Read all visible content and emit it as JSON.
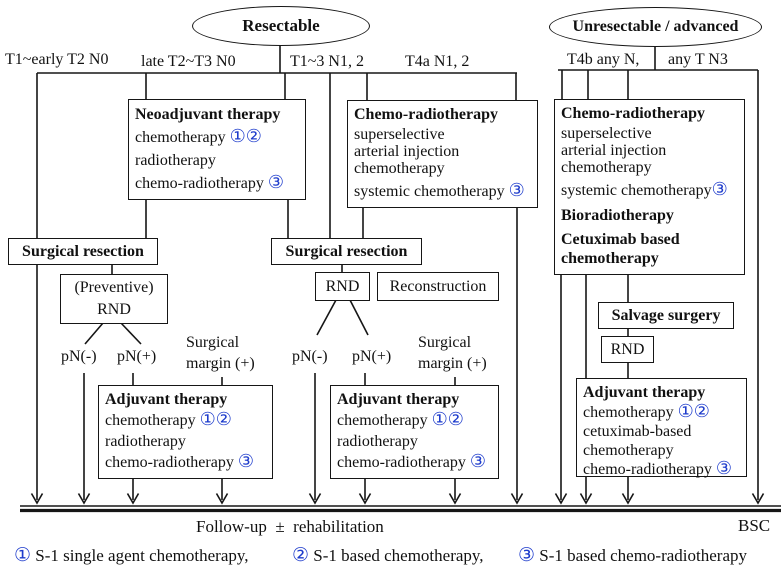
{
  "diagram": {
    "ovals": {
      "resectable": "Resectable",
      "unresectable": "Unresectable / advanced"
    },
    "stages": {
      "t1_early_t2_n0": "T1~early T2 N0",
      "late_t2_t3_n0": "late T2~T3 N0",
      "t1_3_n12": "T1~3 N1, 2",
      "t4a_n12": "T4a N1, 2",
      "t4b_any_n": "T4b any N,",
      "any_t_n3": "any T N3"
    },
    "boxes": {
      "neoadjuvant": {
        "title": "Neoadjuvant therapy",
        "chemo_text": "chemotherapy ",
        "chemo_marks": "①②",
        "radio_text": "radiotherapy",
        "crt_text": "chemo-radiotherapy ",
        "crt_marks": "③"
      },
      "chemoradio_mid": {
        "title": "Chemo-radiotherapy",
        "body_lines": [
          "superselective",
          "arterial injection",
          "chemotherapy"
        ],
        "systemic_text": "systemic chemotherapy ",
        "systemic_marks": "③"
      },
      "chemoradio_right": {
        "title": "Chemo-radiotherapy",
        "body_lines": [
          "superselective",
          "arterial injection",
          "chemotherapy"
        ],
        "systemic_text": "systemic chemotherapy",
        "systemic_marks": "③",
        "bioradiotherapy": "Bioradiotherapy",
        "cetuximab": "Cetuximab based chemotherapy"
      },
      "surgical_resection": "Surgical resection",
      "preventive_rnd": {
        "line1": "(Preventive)",
        "line2": "RND"
      },
      "rnd": "RND",
      "reconstruction": "Reconstruction",
      "salvage": "Salvage surgery",
      "adjuvant_left": {
        "title": "Adjuvant therapy",
        "chemo_text": "chemotherapy ",
        "chemo_marks": "①②",
        "radio_text": "radiotherapy",
        "crt_text": "chemo-radiotherapy ",
        "crt_marks": "③"
      },
      "adjuvant_mid": {
        "title": "Adjuvant therapy",
        "chemo_text": "chemotherapy ",
        "chemo_marks": "①②",
        "radio_text": "radiotherapy",
        "crt_text": "chemo-radiotherapy ",
        "crt_marks": "③"
      },
      "adjuvant_right": {
        "title": "Adjuvant therapy",
        "chemo_text": "chemotherapy ",
        "chemo_marks": "①②",
        "cetuximab_text": "cetuximab-based chemotherapy",
        "crt_text": "chemo-radiotherapy ",
        "crt_marks": "③"
      }
    },
    "node_labels": {
      "pn_neg": "pN(-)",
      "pn_pos": "pN(+)",
      "surgical_margin_line1": "Surgical",
      "surgical_margin_line2": "margin (+)"
    },
    "bottom": {
      "followup": "Follow-up  ±  rehabilitation",
      "bsc": "BSC"
    },
    "footnotes": [
      {
        "mark": "①",
        "text": "S-1 single agent chemotherapy,"
      },
      {
        "mark": "②",
        "text": "S-1 based chemotherapy,"
      },
      {
        "mark": "③",
        "text": "S-1 based chemo-radiotherapy"
      }
    ],
    "colors": {
      "mark_blue": "#1e3ccc",
      "line": "#161616"
    }
  }
}
